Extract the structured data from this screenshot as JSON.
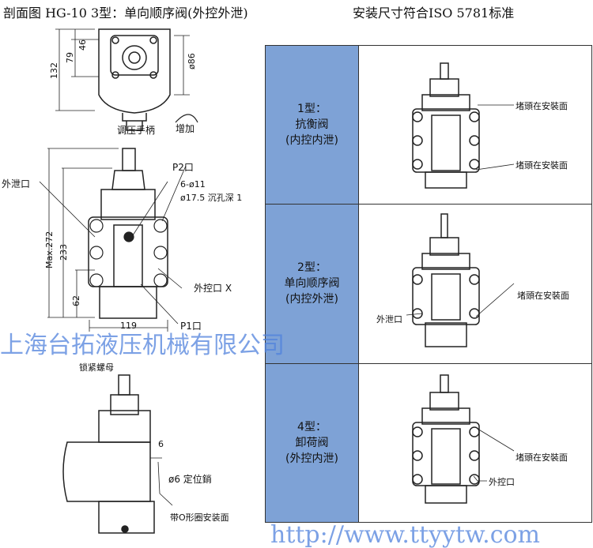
{
  "header": {
    "title": "剖面图 HG-10 3型：单向顺序阀(外控外泄)",
    "standard": "安装尺寸符合ISO 5781标准"
  },
  "top_view": {
    "dims": [
      "132",
      "79",
      "46",
      "ø86"
    ],
    "handle_label": "调压手柄",
    "increase_label": "增加"
  },
  "front_view": {
    "dims": [
      "Max.272",
      "233",
      "62",
      "119"
    ],
    "labels": {
      "drain": "外泄口",
      "p2": "P2口",
      "bolt1": "6-ø11",
      "bolt2": "ø17.5 沉孔深 1",
      "pilot": "外控口 X",
      "p1": "P1口"
    }
  },
  "side_view": {
    "labels": {
      "locknut": "锁紧螺母",
      "dim6": "6",
      "pin": "ø6 定位銷",
      "oring": "带O形圈安装面"
    }
  },
  "types": [
    {
      "name": "1型：",
      "desc": "抗衡阀",
      "mode": "(内控内泄)",
      "callouts": [
        "堵頭在安裝面",
        "堵頭在安裝面"
      ]
    },
    {
      "name": "2型：",
      "desc": "单向顺序阀",
      "mode": "(内控外泄)",
      "callouts": [
        "堵頭在安裝面",
        "外泄口"
      ]
    },
    {
      "name": "4型：",
      "desc": "卸荷阀",
      "mode": "(外控内泄)",
      "callouts": [
        "堵頭在安裝面",
        "外控口"
      ]
    }
  ],
  "watermark": {
    "company": "上海台拓液压机械有限公司",
    "url": "http://www.ttyytw.com"
  }
}
